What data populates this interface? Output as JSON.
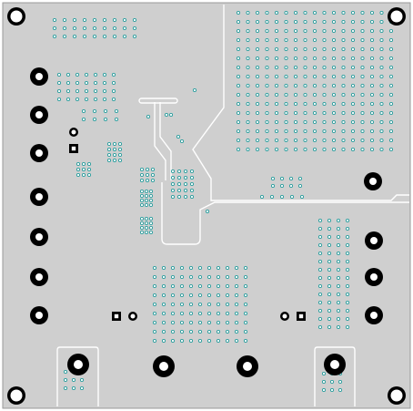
{
  "colors": {
    "board_fill": "#cfcfcf",
    "board_edge": "#9a9a9a",
    "copper_outline": "#ffffff",
    "via_ring": "#2a9d9d",
    "via_hole": "#ffffff",
    "pad_black": "#000000",
    "pad_hole": "#ffffff"
  },
  "board": {
    "mounting_holes": 4,
    "left_header_pins": 7,
    "right_header_pins": 4,
    "bottom_terminals": 4,
    "square_test_pads": 3
  }
}
